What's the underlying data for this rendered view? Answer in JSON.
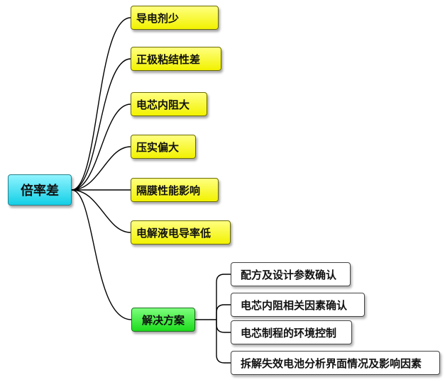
{
  "root": {
    "label": "倍率差"
  },
  "causes": [
    {
      "label": "导电剂少"
    },
    {
      "label": "正极粘结性差"
    },
    {
      "label": "电芯内阻大"
    },
    {
      "label": "压实偏大"
    },
    {
      "label": "隔膜性能影响"
    },
    {
      "label": "电解液电导率低"
    }
  ],
  "solution": {
    "label": "解决方案",
    "steps": [
      {
        "label": "配方及设计参数确认"
      },
      {
        "label": "电芯内阻相关因素确认"
      },
      {
        "label": "电芯制程的环境控制"
      },
      {
        "label": "拆解失效电池分析界面情况及影响因素"
      }
    ]
  },
  "colors": {
    "root_fill": "#13cfe6",
    "cause_fill": "#f2f200",
    "solution_fill": "#1cdc1c",
    "step_fill": "#ffffff",
    "connector": "#000000"
  }
}
